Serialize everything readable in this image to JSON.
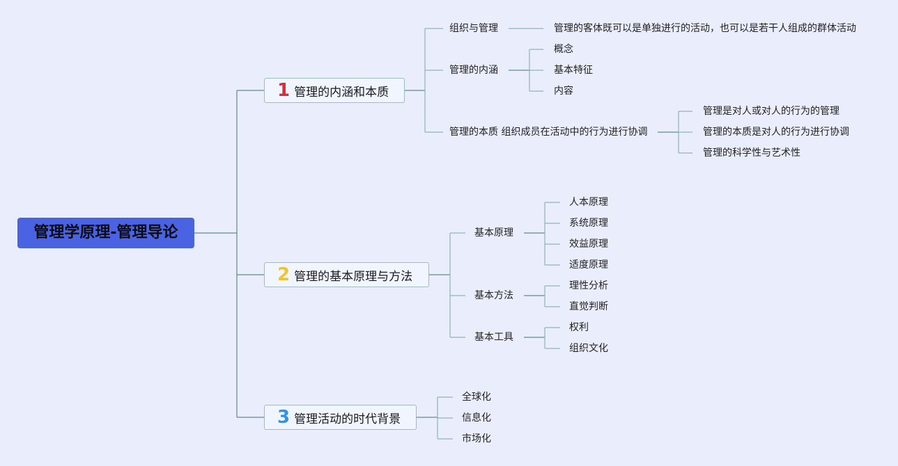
{
  "root": "管理学原理-管理导论",
  "branches": [
    {
      "num": "1",
      "label": "管理的内涵和本质",
      "children": [
        {
          "label": "组织与管理",
          "children": [
            "管理的客体既可以是单独进行的活动，也可以是若干人组成的群体活动"
          ]
        },
        {
          "label": "管理的内涵",
          "children": [
            "概念",
            "基本特征",
            "内容"
          ]
        },
        {
          "label": "管理的本质 组织成员在活动中的行为进行协调",
          "children": [
            "管理是对人或对人的行为的管理",
            "管理的本质是对人的行为进行协调",
            "管理的科学性与艺术性"
          ]
        }
      ]
    },
    {
      "num": "2",
      "label": "管理的基本原理与方法",
      "children": [
        {
          "label": "基本原理",
          "children": [
            "人本原理",
            "系统原理",
            "效益原理",
            "适度原理"
          ]
        },
        {
          "label": "基本方法",
          "children": [
            "理性分析",
            "直觉判断"
          ]
        },
        {
          "label": "基本工具",
          "children": [
            "权利",
            "组织文化"
          ]
        }
      ]
    },
    {
      "num": "3",
      "label": "管理活动的时代背景",
      "children": [
        {
          "label": "全球化"
        },
        {
          "label": "信息化"
        },
        {
          "label": "市场化"
        }
      ]
    }
  ]
}
